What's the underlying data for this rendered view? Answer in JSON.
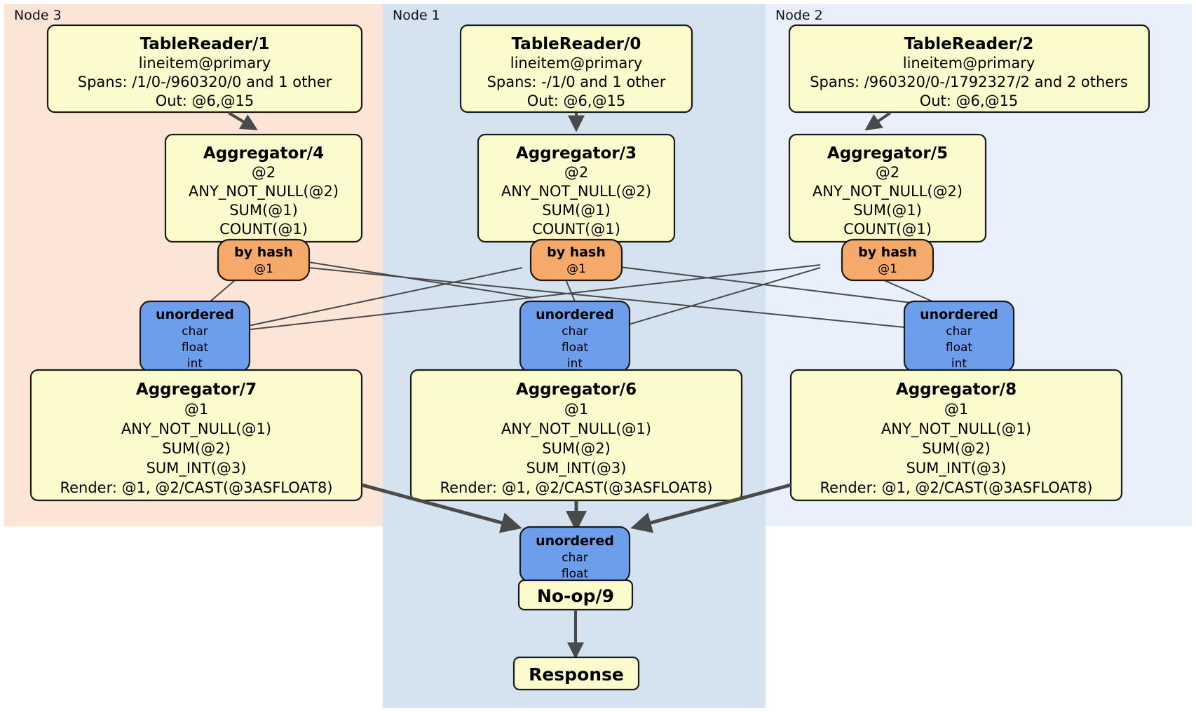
{
  "diagram": {
    "type": "distributed-query-plan",
    "colors": {
      "node3_band": "#fce5d6",
      "node1_band": "#d4e3ef",
      "node2_band": "#eaf0fb",
      "processor_box": "#fbfbcd",
      "router_by_hash": "#f5a96a",
      "synchronizer_unordered": "#6d9eeb",
      "edge": "#4a4a4a",
      "box_border": "#1b1b1b"
    },
    "bands": [
      {
        "label": "Node 3",
        "color_key": "node3_band"
      },
      {
        "label": "Node 1",
        "color_key": "node1_band"
      },
      {
        "label": "Node 2",
        "color_key": "node2_band"
      }
    ],
    "table_readers": [
      {
        "title": "TableReader/1",
        "table": "lineitem@primary",
        "spans": "Spans: /1/0-/960320/0 and 1 other",
        "out": "Out: @6,@15"
      },
      {
        "title": "TableReader/0",
        "table": "lineitem@primary",
        "spans": "Spans: -/1/0 and 1 other",
        "out": "Out: @6,@15"
      },
      {
        "title": "TableReader/2",
        "table": "lineitem@primary",
        "spans": "Spans: /960320/0-/1792327/2 and 2 others",
        "out": "Out: @6,@15"
      }
    ],
    "local_aggregators": [
      {
        "title": "Aggregator/4",
        "group": "@2",
        "agg1": "ANY_NOT_NULL(@2)",
        "agg2": "SUM(@1)",
        "agg3": "COUNT(@1)"
      },
      {
        "title": "Aggregator/3",
        "group": "@2",
        "agg1": "ANY_NOT_NULL(@2)",
        "agg2": "SUM(@1)",
        "agg3": "COUNT(@1)"
      },
      {
        "title": "Aggregator/5",
        "group": "@2",
        "agg1": "ANY_NOT_NULL(@2)",
        "agg2": "SUM(@1)",
        "agg3": "COUNT(@1)"
      }
    ],
    "routers": [
      {
        "title": "by hash",
        "column": "@1"
      },
      {
        "title": "by hash",
        "column": "@1"
      },
      {
        "title": "by hash",
        "column": "@1"
      }
    ],
    "synchronizers": [
      {
        "title": "unordered",
        "t1": "char",
        "t2": "float",
        "t3": "int"
      },
      {
        "title": "unordered",
        "t1": "char",
        "t2": "float",
        "t3": "int"
      },
      {
        "title": "unordered",
        "t1": "char",
        "t2": "float",
        "t3": "int"
      }
    ],
    "final_aggregators": [
      {
        "title": "Aggregator/7",
        "group": "@1",
        "agg1": "ANY_NOT_NULL(@1)",
        "agg2": "SUM(@2)",
        "agg3": "SUM_INT(@3)",
        "render": "Render: @1, @2/CAST(@3ASFLOAT8)"
      },
      {
        "title": "Aggregator/6",
        "group": "@1",
        "agg1": "ANY_NOT_NULL(@1)",
        "agg2": "SUM(@2)",
        "agg3": "SUM_INT(@3)",
        "render": "Render: @1, @2/CAST(@3ASFLOAT8)"
      },
      {
        "title": "Aggregator/8",
        "group": "@1",
        "agg1": "ANY_NOT_NULL(@1)",
        "agg2": "SUM(@2)",
        "agg3": "SUM_INT(@3)",
        "render": "Render: @1, @2/CAST(@3ASFLOAT8)"
      }
    ],
    "final_sync": {
      "title": "unordered",
      "t1": "char",
      "t2": "float"
    },
    "noop": {
      "title": "No-op/9"
    },
    "response": {
      "title": "Response"
    }
  }
}
